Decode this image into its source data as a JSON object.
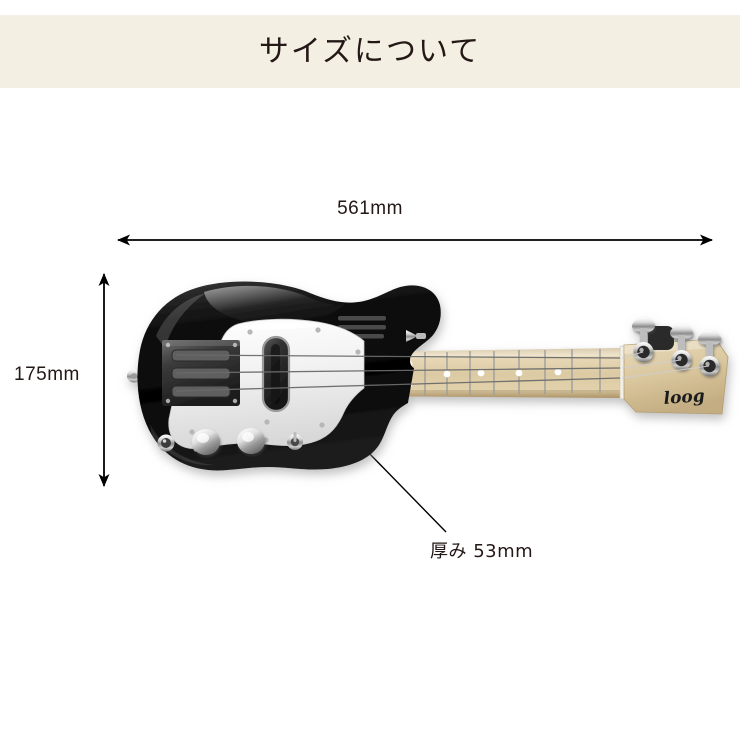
{
  "header": {
    "title": "サイズについて",
    "background_color": "#f4efe3"
  },
  "product": {
    "name": "loog-guitar",
    "brand_logo_text": "loog",
    "body_color": "#111111",
    "pickguard_color": "#f7f7f7",
    "neck_color": "#d9c8a2"
  },
  "dimensions": {
    "width_label": "561mm",
    "height_label": "175mm",
    "depth_label": "厚み 53mm"
  },
  "colors": {
    "page_background": "#ffffff",
    "text": "#231815",
    "arrow": "#000000"
  }
}
